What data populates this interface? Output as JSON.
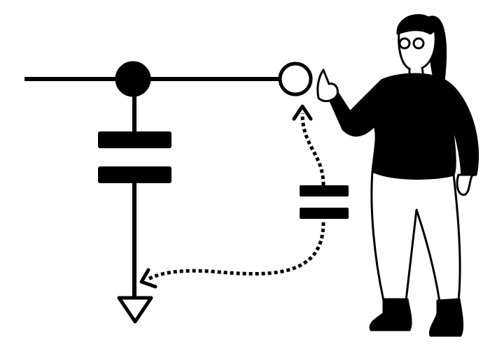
{
  "colors": {
    "background": "#ffffff",
    "ink": "#000000",
    "pants": "#ffffff",
    "skin": "#ffffff"
  },
  "diagram": {
    "elements": [
      "wire",
      "junction-node",
      "open-node",
      "capacitor",
      "ground-symbol",
      "dashed-arrow",
      "dashed-capacitor",
      "person-pointing"
    ]
  }
}
